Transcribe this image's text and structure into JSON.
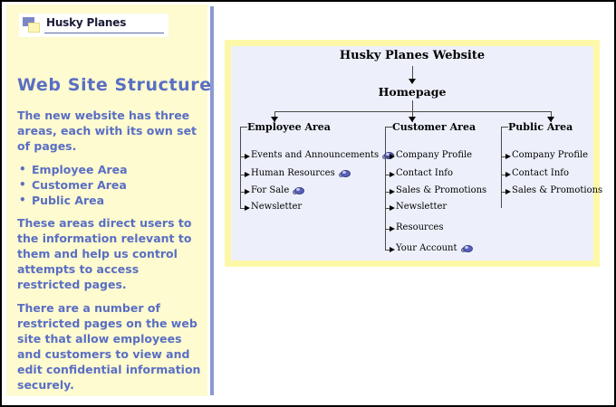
{
  "logo": {
    "text": "Husky Planes",
    "mark_icon": "squares-logo-icon"
  },
  "sidebar": {
    "title": "Web Site Structure",
    "paragraph_1": "The new website has three areas, each with its own set of pages.",
    "bullets": [
      "Employee Area",
      "Customer Area",
      "Public Area"
    ],
    "paragraph_2": "These areas direct users to the information relevant to them and help us control attempts to access restricted pages.",
    "paragraph_3": "There are a number of restricted pages on the web site that allow employees and customers to view and edit confidential information securely."
  },
  "diagram": {
    "root": "Husky Planes Website",
    "homepage": "Homepage",
    "columns": [
      {
        "heading": "Employee Area",
        "items": [
          {
            "label": "Events and Announcements",
            "secure": true
          },
          {
            "label": "Human Resources",
            "secure": true
          },
          {
            "label": "For Sale",
            "secure": true
          },
          {
            "label": "Newsletter",
            "secure": false
          }
        ]
      },
      {
        "heading": "Customer Area",
        "items": [
          {
            "label": "Company Profile",
            "secure": false
          },
          {
            "label": "Contact Info",
            "secure": false
          },
          {
            "label": "Sales & Promotions",
            "secure": false
          },
          {
            "label": "Newsletter",
            "secure": false
          },
          {
            "label": "Resources",
            "secure": false
          },
          {
            "label": "Your Account",
            "secure": true
          }
        ]
      },
      {
        "heading": "Public Area",
        "items": [
          {
            "label": "Company Profile",
            "secure": false
          },
          {
            "label": "Contact Info",
            "secure": false
          },
          {
            "label": "Sales & Promotions",
            "secure": false
          }
        ]
      }
    ],
    "secure_icon": "secure-lock-icon"
  },
  "colors": {
    "sidebar_bg": "#fdfbcf",
    "sidebar_text": "#5a6ec4",
    "divider": "#8a9ad0",
    "diagram_border": "#fdf8a8",
    "diagram_bg": "#edf0fa",
    "page_border": "#000000"
  }
}
